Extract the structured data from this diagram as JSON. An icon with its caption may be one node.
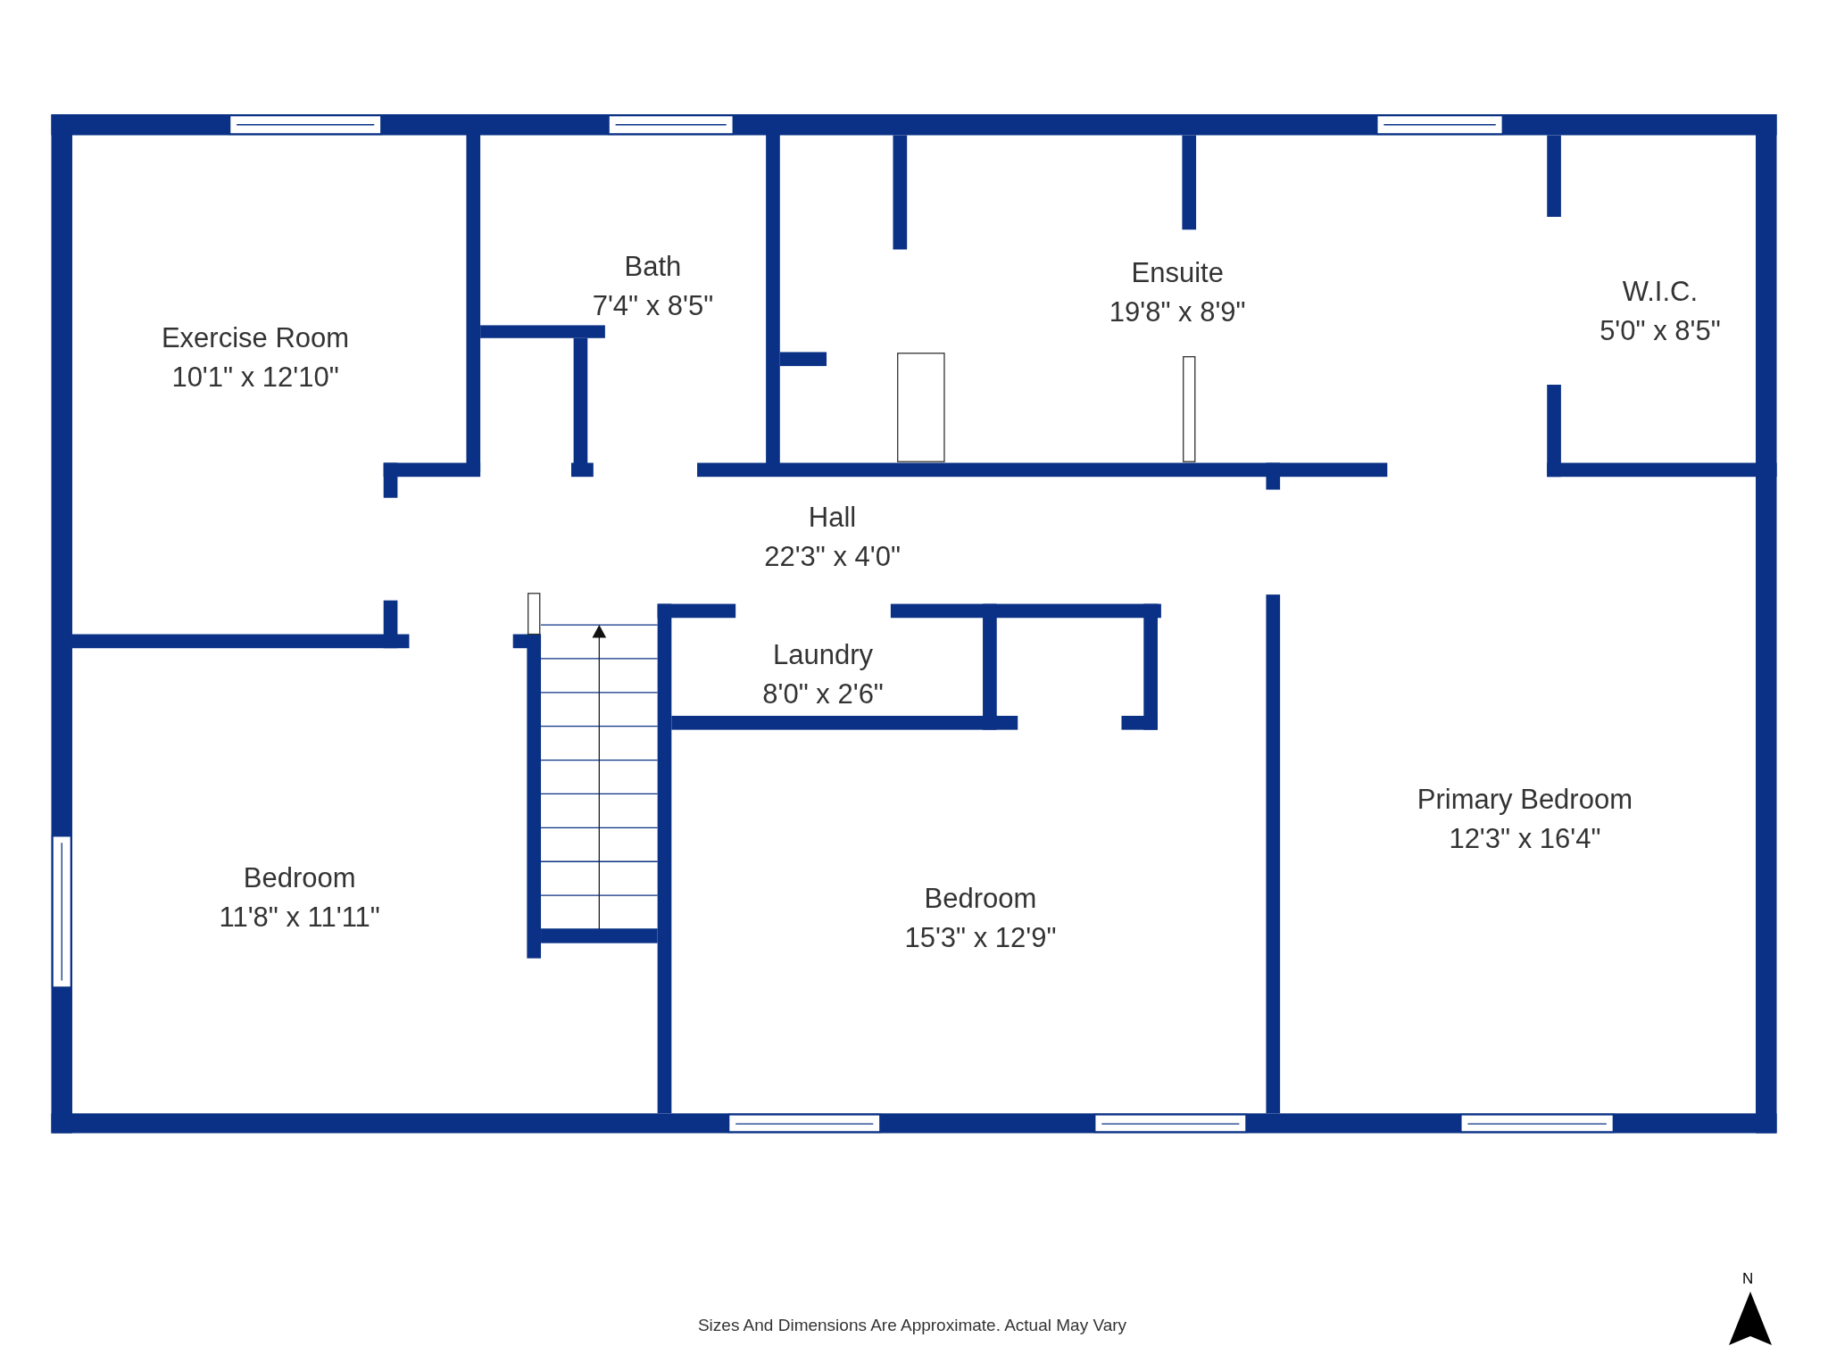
{
  "diagram": {
    "nodes": [
      {
        "text": [
          "Exercise Room",
          "10'1\" x 12'10\""
        ]
      },
      {
        "text": [
          "Bath",
          "7'4\" x 8'5\""
        ]
      },
      {
        "text": [
          "Ensuite",
          "19'8\" x 8'9\""
        ]
      },
      {
        "text": [
          "W.I.C.",
          "5'0\" x 8'5\""
        ]
      },
      {
        "text": [
          "Hall",
          "22'3\" x 4'0\""
        ]
      },
      {
        "text": [
          "Laundry",
          "8'0\" x 2'6\""
        ]
      },
      {
        "text": [
          "Primary Bedroom",
          "12'3\" x 16'4\""
        ]
      },
      {
        "text": [
          "Bedroom",
          "11'8\" x 11'11\""
        ]
      },
      {
        "text": [
          "Bedroom",
          "15'3\" x 12'9\""
        ]
      }
    ],
    "labels": [
      "N",
      "Sizes And Dimensions Are Approximate. Actual May Vary"
    ]
  }
}
